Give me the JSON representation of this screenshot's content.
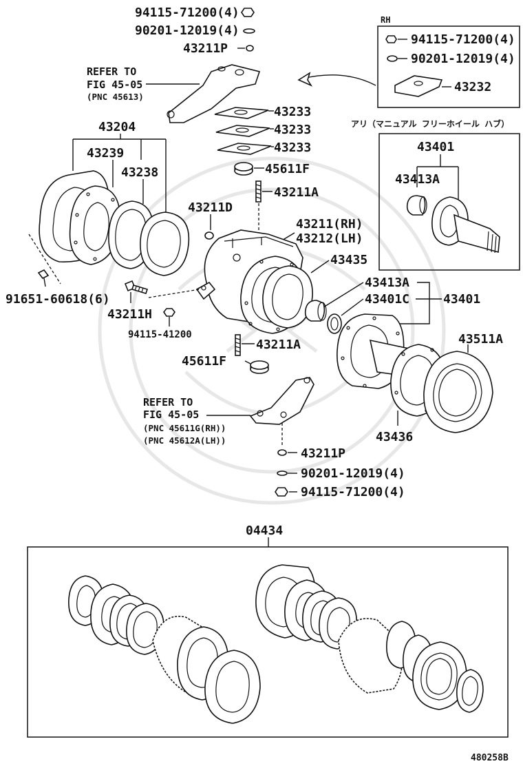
{
  "diagram": {
    "figure_code": "480258B",
    "rh_box_title": "RH",
    "manual_hub_title": "アリ（マニュアル フリーホイール ハブ）",
    "parts": {
      "top_nut": "94115-71200(4)",
      "top_washer": "90201-12019(4)",
      "top_cone_washer": "43211P",
      "rh_nut": "94115-71200(4)",
      "rh_washer": "90201-12019(4)",
      "rh_cap": "43232",
      "shim_a": "43233",
      "shim_b": "43233",
      "shim_c": "43233",
      "upper_bearing": "45611F",
      "upper_stud": "43211A",
      "seal_kit": "43204",
      "seal_retainer": "43239",
      "seal_felt": "43238",
      "plug": "43211D",
      "knuckle_rh": "43211(RH)",
      "knuckle_lh": "43212(LH)",
      "dust_seal": "43435",
      "bolt_small": "91651-60618(6)",
      "stopper_bolt": "43211H",
      "stopper_nut": "94115-41200",
      "spindle_bushing": "43413A",
      "spindle_seal": "43401C",
      "spindle": "43401",
      "lower_stud": "43211A",
      "lower_bearing": "45611F",
      "gasket": "43511A",
      "spindle_gasket": "43436",
      "bottom_cone_washer": "43211P",
      "bottom_washer": "90201-12019(4)",
      "bottom_nut": "94115-71200(4)",
      "box_spindle": "43401",
      "box_bushing": "43413A",
      "overhaul_kit": "04434"
    },
    "refer_top": {
      "line1": "REFER TO",
      "line2": "FIG 45-05",
      "line3": "(PNC 45613)"
    },
    "refer_bottom": {
      "line1": "REFER TO",
      "line2": "FIG 45-05",
      "line3": "(PNC 45611G(RH))",
      "line4": "(PNC 45612A(LH))"
    }
  }
}
